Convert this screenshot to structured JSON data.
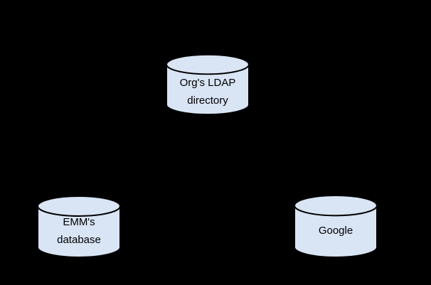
{
  "diagram": {
    "background_color": "#000000",
    "node_fill_color": "#d9e4f5",
    "node_outline_color": "#000000",
    "text_color": "#000000",
    "nodes": [
      {
        "id": "org-ldap-directory",
        "shape": "database-cylinder",
        "lines": [
          "Org's LDAP",
          "directory"
        ]
      },
      {
        "id": "emm-database",
        "shape": "database-cylinder",
        "lines": [
          "EMM's",
          "database"
        ]
      },
      {
        "id": "google",
        "shape": "database-cylinder",
        "lines": [
          "Google"
        ]
      }
    ]
  }
}
